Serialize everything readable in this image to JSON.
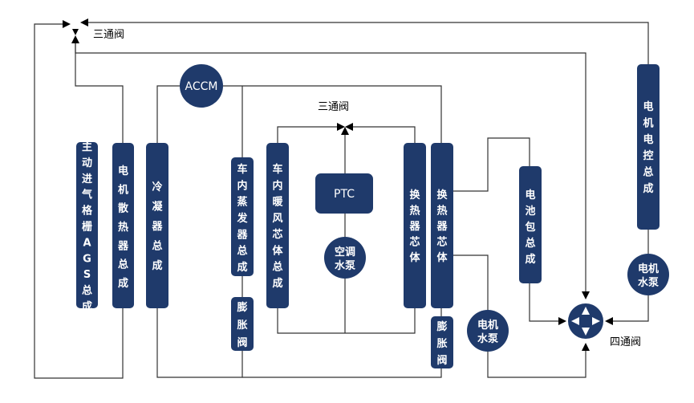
{
  "colors": {
    "node": "#1f3a6b",
    "line": "#333333",
    "text_on_node": "#ffffff"
  },
  "labels": {
    "valve_3way_top": "三通阀",
    "valve_3way_mid": "三通阀",
    "valve_4way": "四通阀",
    "ags": "主动进气格栅AGS总成",
    "motor_radiator": "电机散热器总成",
    "condenser": "冷凝器总成",
    "accm": "ACCM",
    "evaporator": "车内蒸发器总成",
    "expansion_valve_left": "膨胀阀",
    "heater_core": "车内暖风芯体总成",
    "ptc": "PTC",
    "ac_pump": "空调水泵",
    "heat_exchanger_left": "换热器芯体",
    "heat_exchanger_right": "换热器芯体",
    "expansion_valve_right": "膨胀阀",
    "motor_pump_bottom": "电机水泵",
    "battery_pack": "电池包总成",
    "motor_controller": "电机电控总成",
    "motor_pump_right": "电机水泵"
  }
}
